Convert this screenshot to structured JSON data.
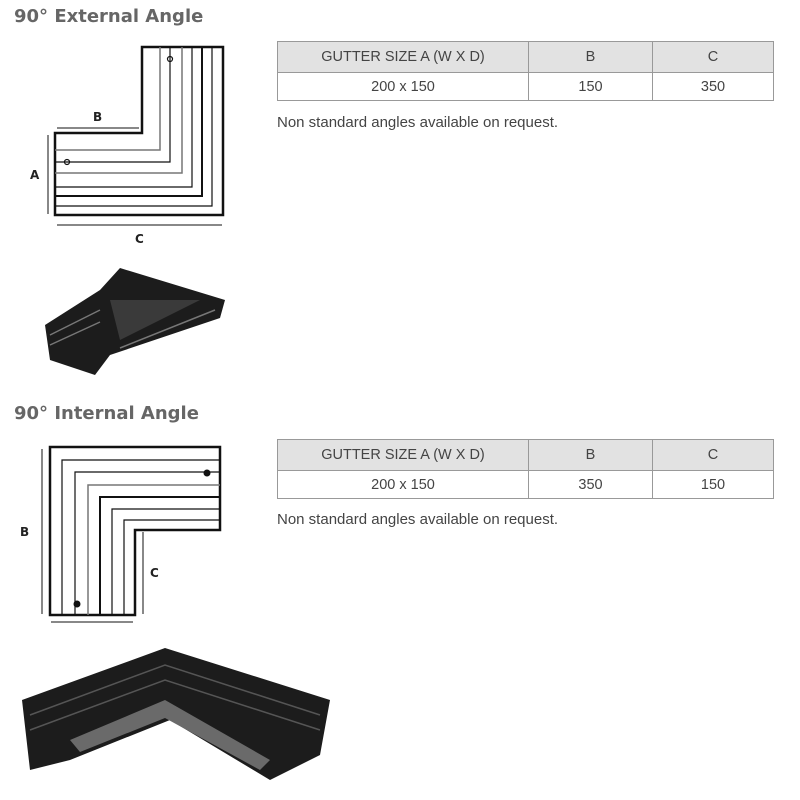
{
  "sections": [
    {
      "title": "90° External Angle",
      "headers": [
        "GUTTER SIZE A (W X D)",
        "B",
        "C"
      ],
      "row": [
        "200 x 150",
        "150",
        "350"
      ],
      "note": "Non standard angles available on request.",
      "dim_labels": {
        "a": "A",
        "b": "B",
        "c": "C"
      }
    },
    {
      "title": "90° Internal Angle",
      "headers": [
        "GUTTER SIZE A (W X D)",
        "B",
        "C"
      ],
      "row": [
        "200 x 150",
        "350",
        "150"
      ],
      "note": "Non standard angles available on request.",
      "dim_labels": {
        "b": "B",
        "c": "C"
      }
    }
  ]
}
